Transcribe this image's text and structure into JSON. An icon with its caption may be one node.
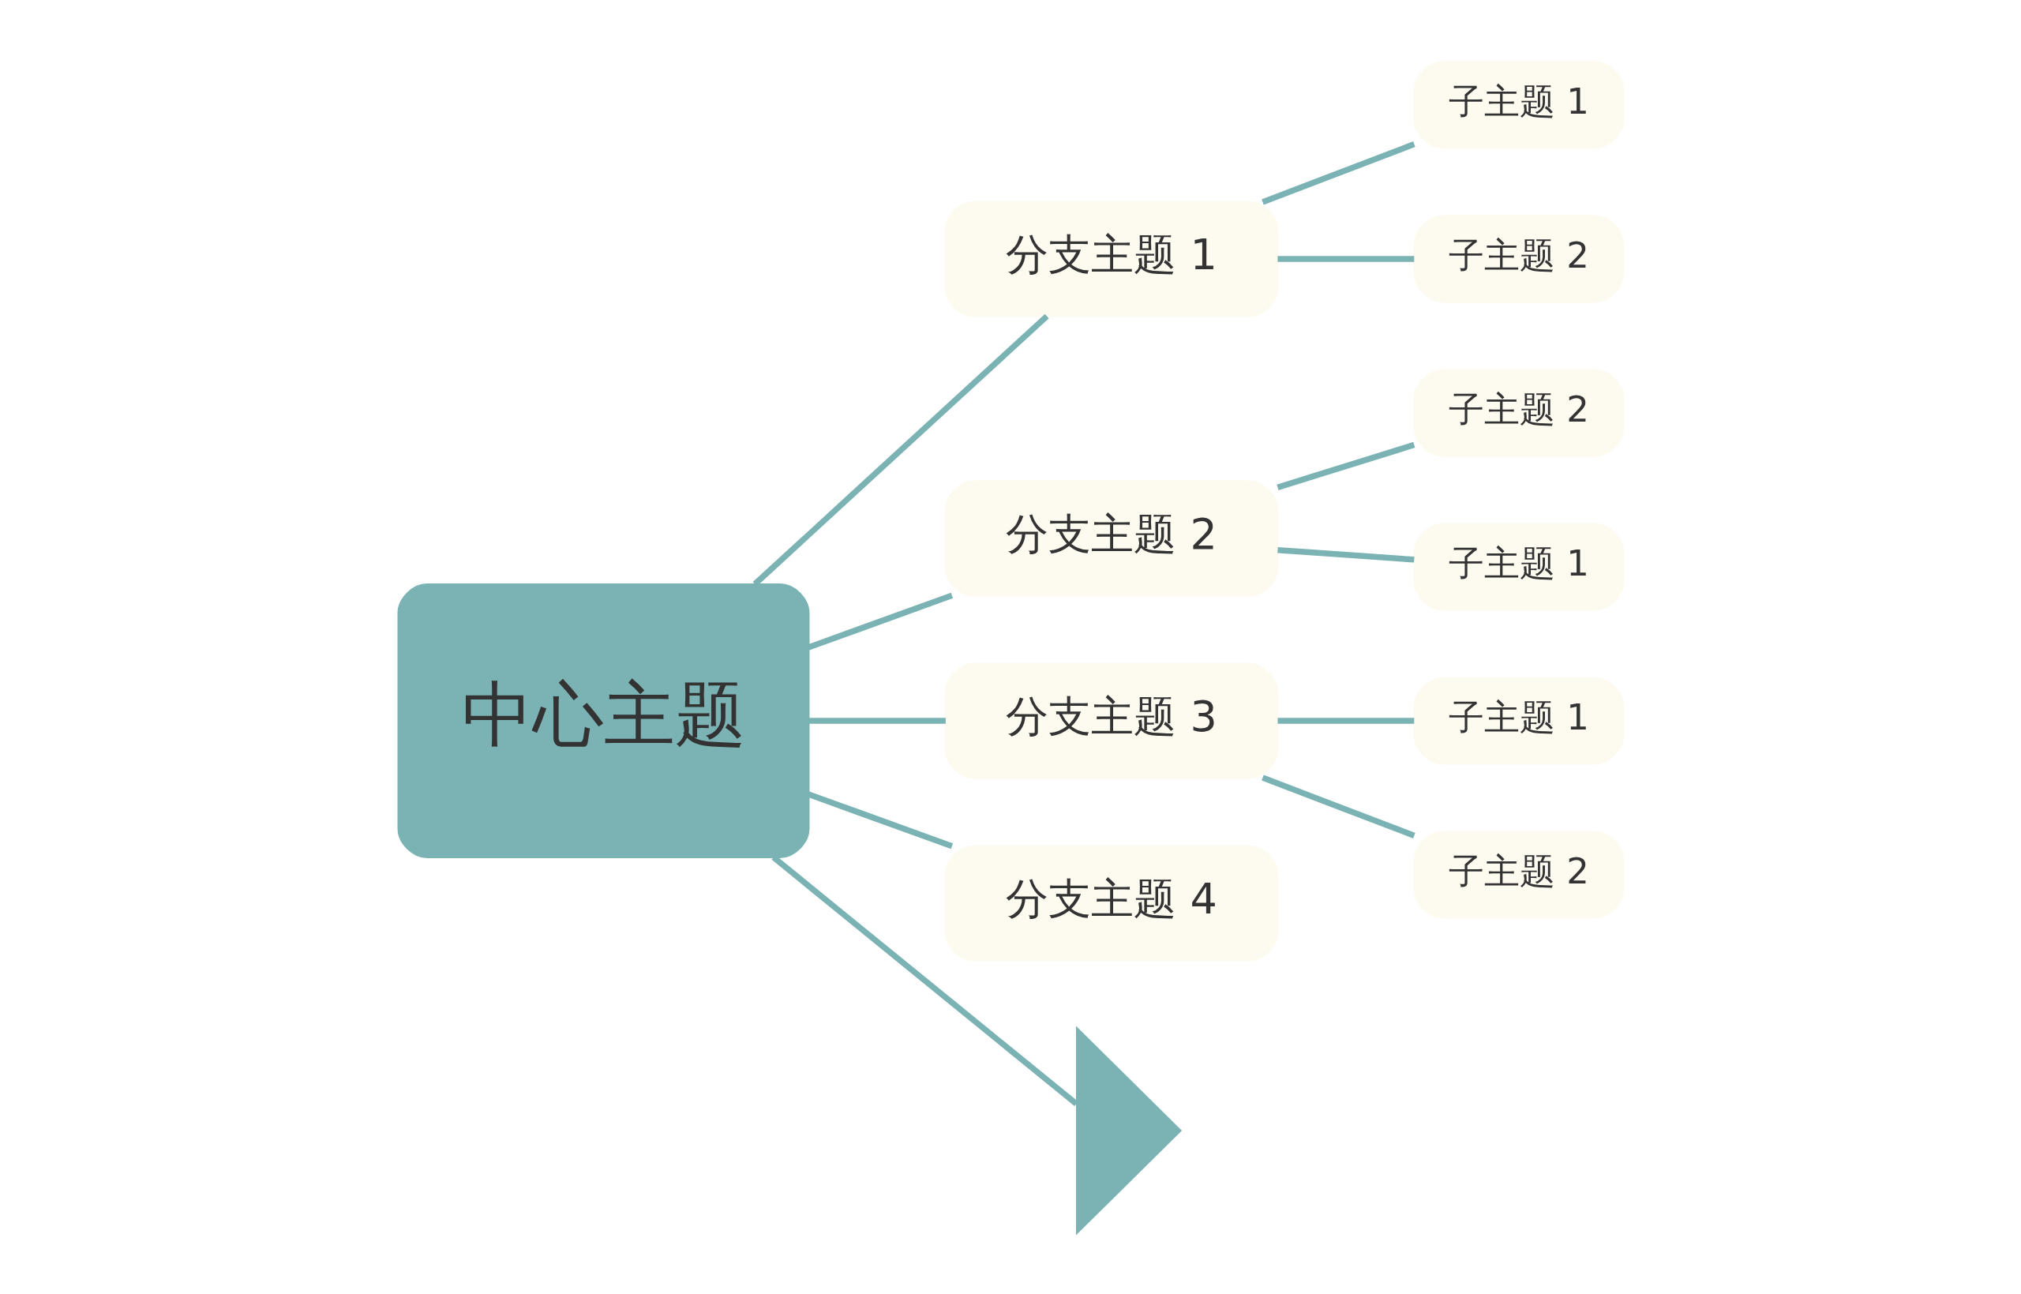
{
  "diagram": {
    "nodes": [
      {
        "text": [
          "中心主题"
        ]
      },
      {
        "text": [
          "分支主题 1"
        ]
      },
      {
        "text": [
          "子主题 1"
        ]
      },
      {
        "text": [
          "子主题 2"
        ]
      },
      {
        "text": [
          "分支主题 2"
        ]
      },
      {
        "text": [
          "子主题 2"
        ]
      },
      {
        "text": [
          "子主题 1"
        ]
      },
      {
        "text": [
          "分支主题 3"
        ]
      },
      {
        "text": [
          "子主题 1"
        ]
      },
      {
        "text": [
          "子主题 2"
        ]
      },
      {
        "text": [
          "分支主题 4"
        ]
      },
      {
        "text": [],
        "shape": "tail"
      }
    ],
    "edges": [
      {
        "from": 0,
        "to": 11,
        "arrow": "none"
      },
      {
        "from": 0,
        "to": 1,
        "arrow": "none"
      },
      {
        "from": 1,
        "to": 2,
        "arrow": "none"
      },
      {
        "from": 1,
        "to": 3,
        "arrow": "none"
      },
      {
        "from": 0,
        "to": 4,
        "arrow": "none"
      },
      {
        "from": 4,
        "to": 5,
        "arrow": "none"
      },
      {
        "from": 4,
        "to": 6,
        "arrow": "none"
      },
      {
        "from": 0,
        "to": 7,
        "arrow": "none"
      },
      {
        "from": 7,
        "to": 8,
        "arrow": "none"
      },
      {
        "from": 7,
        "to": 9,
        "arrow": "none"
      },
      {
        "from": 0,
        "to": 10,
        "arrow": "none"
      }
    ]
  }
}
